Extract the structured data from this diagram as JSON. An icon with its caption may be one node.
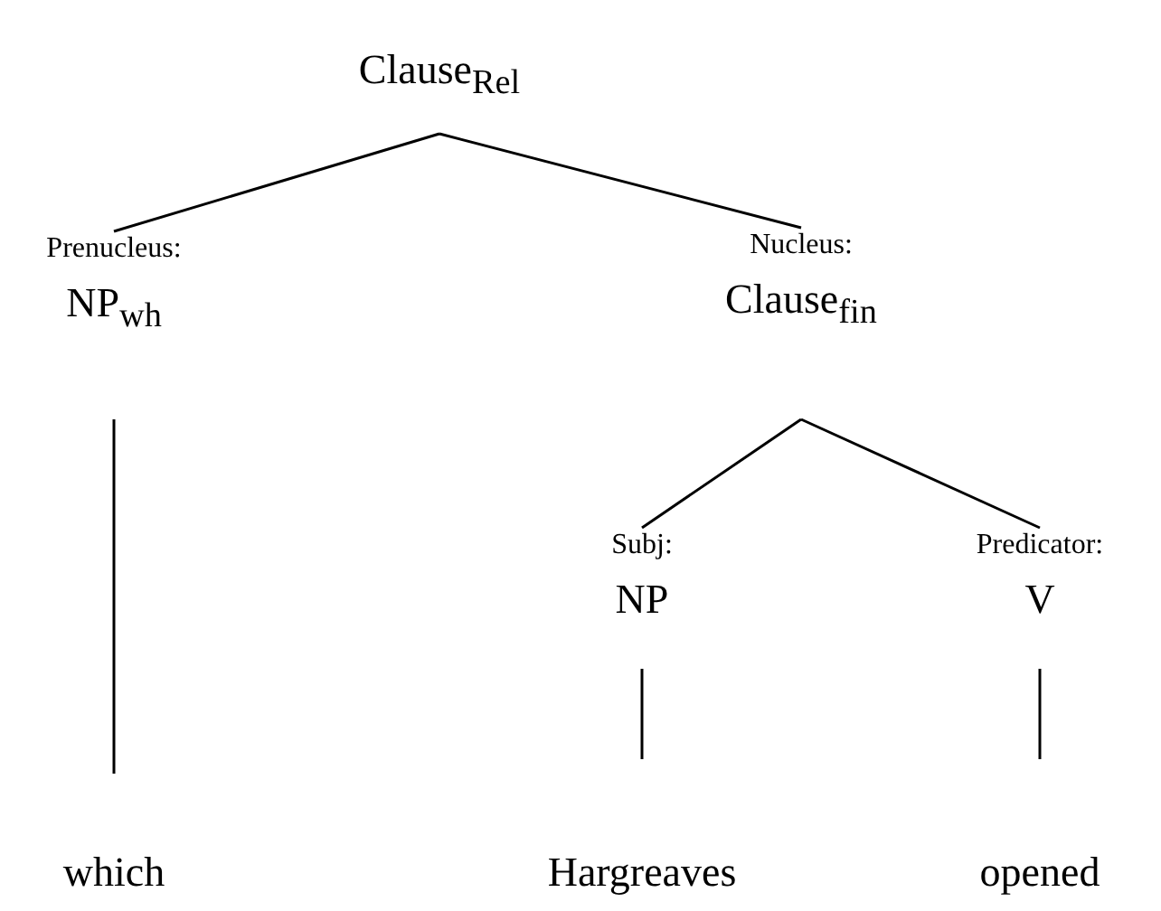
{
  "diagram": {
    "nodes": [
      {
        "text": [
          "Clause$_{Rel}$"
        ]
      },
      {
        "text": [
          "Prenucleus:",
          "NP$_{wh}$"
        ]
      },
      {
        "text": [
          "Nucleus:",
          "Clause$_{fin}$"
        ]
      },
      {
        "text": [
          "Subj:",
          "NP"
        ]
      },
      {
        "text": [
          "Predicator:",
          "V"
        ]
      },
      {
        "text": [
          "which"
        ]
      },
      {
        "text": [
          "Hargreaves"
        ]
      },
      {
        "text": [
          "opened"
        ]
      }
    ],
    "edges": [
      {
        "from": 0,
        "to": 1,
        "arrow": "none"
      },
      {
        "from": 0,
        "to": 2,
        "arrow": "none"
      },
      {
        "from": 1,
        "to": 5,
        "arrow": "none"
      },
      {
        "from": 2,
        "to": 3,
        "arrow": "none"
      },
      {
        "from": 2,
        "to": 4,
        "arrow": "none"
      },
      {
        "from": 3,
        "to": 6,
        "arrow": "none"
      },
      {
        "from": 4,
        "to": 7,
        "arrow": "none"
      }
    ]
  }
}
